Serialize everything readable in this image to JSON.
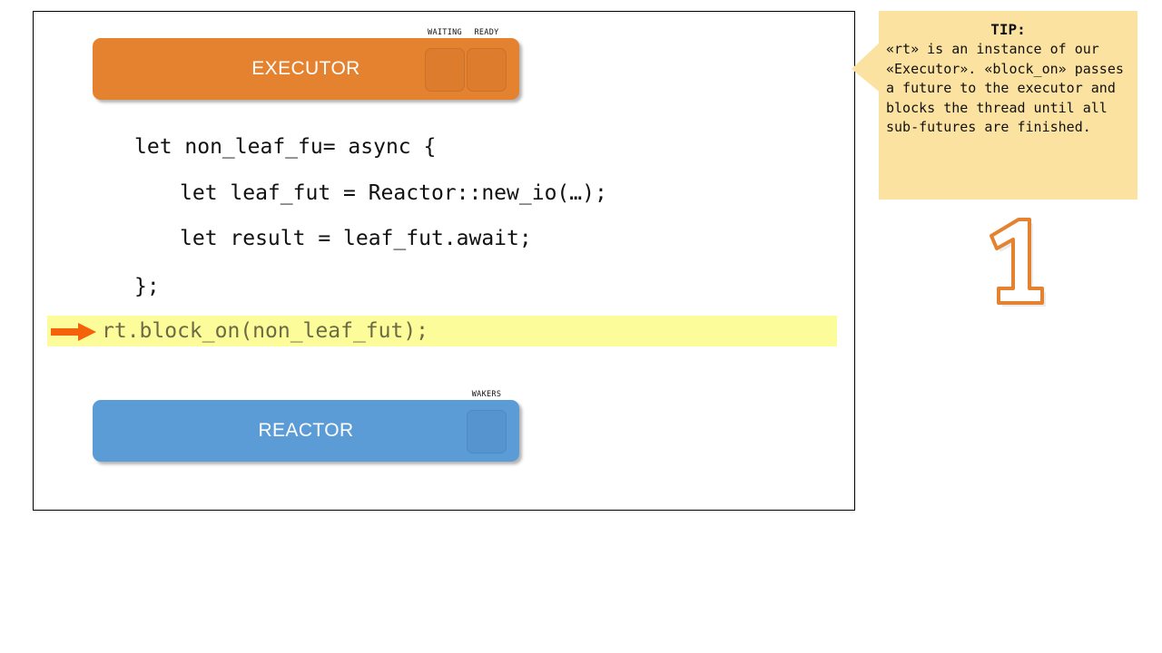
{
  "slide": {
    "executor": {
      "title": "EXECUTOR",
      "color": "#E5822F",
      "slots": [
        {
          "label": "WAITING"
        },
        {
          "label": "READY"
        }
      ]
    },
    "reactor": {
      "title": "REACTOR",
      "color": "#5B9CD6",
      "slots": [
        {
          "label": "WAKERS"
        }
      ]
    },
    "code": {
      "lines": [
        {
          "text": "let non_leaf_fu= async {",
          "indent": false
        },
        {
          "text": "let leaf_fut = Reactor::new_io(…);",
          "indent": true
        },
        {
          "text": "let result = leaf_fut.await;",
          "indent": true
        },
        {
          "text": "};",
          "indent": false
        }
      ],
      "highlighted_line": "rt.block_on(non_leaf_fut);",
      "highlight_color": "#FCFC9A",
      "cursor_marker": "right-arrow"
    }
  },
  "tip": {
    "title": "TIP:",
    "body": "«rt» is an instance of our «Executor». «block_on» passes a future to the executor and blocks the thread until all sub-futures are finished.",
    "color": "#FBE2A0"
  },
  "step": {
    "number": "1",
    "color": "#E5822F"
  }
}
